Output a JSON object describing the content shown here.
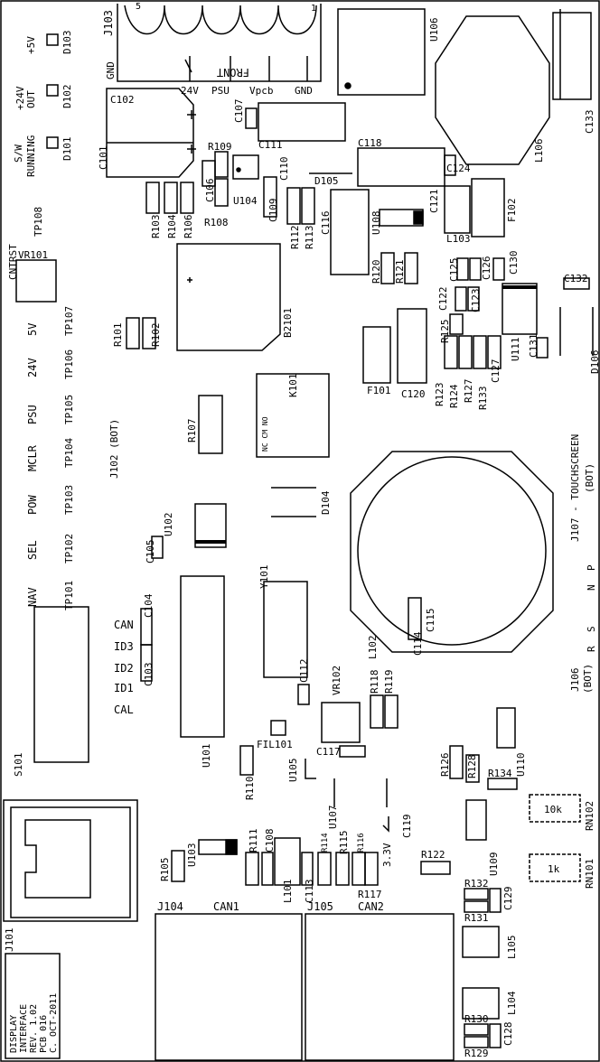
{
  "board": {
    "title_block": [
      "DISPLAY",
      "INTERFACE",
      "REV. 1.02",
      "PCB 016",
      "C. OCT-2011"
    ]
  },
  "labels": [
    {
      "id": "j103",
      "text": "J103"
    },
    {
      "id": "j103-pin1",
      "text": "1"
    },
    {
      "id": "j103-pin5",
      "text": "5"
    },
    {
      "id": "u106",
      "text": "U106"
    },
    {
      "id": "c133",
      "text": "C133"
    },
    {
      "id": "gnd-left",
      "text": "GND"
    },
    {
      "id": "front",
      "text": "FRONT"
    },
    {
      "id": "pin-24v",
      "text": "24V"
    },
    {
      "id": "pin-psu",
      "text": "PSU"
    },
    {
      "id": "pin-vpcb",
      "text": "Vpcb"
    },
    {
      "id": "pin-gnd",
      "text": "GND"
    },
    {
      "id": "plus5v",
      "text": "+5V"
    },
    {
      "id": "d103",
      "text": "D103"
    },
    {
      "id": "plus24v",
      "text": "+24V"
    },
    {
      "id": "out",
      "text": "OUT"
    },
    {
      "id": "d102",
      "text": "D102"
    },
    {
      "id": "sw",
      "text": "S/W"
    },
    {
      "id": "running",
      "text": "RUNNING"
    },
    {
      "id": "d101",
      "text": "D101"
    },
    {
      "id": "c102",
      "text": "C102"
    },
    {
      "id": "c101",
      "text": "C101"
    },
    {
      "id": "c107",
      "text": "C107"
    },
    {
      "id": "c111",
      "text": "C111"
    },
    {
      "id": "c118",
      "text": "C118"
    },
    {
      "id": "l106",
      "text": "L106"
    },
    {
      "id": "r109",
      "text": "R109"
    },
    {
      "id": "c106",
      "text": "C106"
    },
    {
      "id": "r108",
      "text": "R108"
    },
    {
      "id": "u104",
      "text": "U104"
    },
    {
      "id": "c110",
      "text": "C110"
    },
    {
      "id": "c109",
      "text": "C109"
    },
    {
      "id": "d105",
      "text": "D105"
    },
    {
      "id": "c124",
      "text": "C124"
    },
    {
      "id": "c121",
      "text": "C121"
    },
    {
      "id": "f102",
      "text": "F102"
    },
    {
      "id": "l103",
      "text": "L103"
    },
    {
      "id": "u108",
      "text": "U108"
    },
    {
      "id": "c116",
      "text": "C116"
    },
    {
      "id": "r112",
      "text": "R112"
    },
    {
      "id": "r113",
      "text": "R113"
    },
    {
      "id": "r103",
      "text": "R103"
    },
    {
      "id": "r104",
      "text": "R104"
    },
    {
      "id": "r106",
      "text": "R106"
    },
    {
      "id": "tp108",
      "text": "TP108"
    },
    {
      "id": "cntrst",
      "text": "CNTRST"
    },
    {
      "id": "vr101",
      "text": "VR101"
    },
    {
      "id": "r120",
      "text": "R120"
    },
    {
      "id": "r121",
      "text": "R121"
    },
    {
      "id": "c125",
      "text": "C125"
    },
    {
      "id": "c126",
      "text": "C126"
    },
    {
      "id": "c130",
      "text": "C130"
    },
    {
      "id": "c132",
      "text": "C132"
    },
    {
      "id": "c122",
      "text": "C122"
    },
    {
      "id": "c123",
      "text": "C123"
    },
    {
      "id": "b2101",
      "text": "B2101"
    },
    {
      "id": "r101",
      "text": "R101"
    },
    {
      "id": "r102",
      "text": "R102"
    },
    {
      "id": "u111",
      "text": "U111"
    },
    {
      "id": "c131",
      "text": "C131"
    },
    {
      "id": "r125",
      "text": "R125"
    },
    {
      "id": "d106",
      "text": "D106"
    },
    {
      "id": "f101",
      "text": "F101"
    },
    {
      "id": "c120",
      "text": "C120"
    },
    {
      "id": "r123",
      "text": "R123"
    },
    {
      "id": "r124",
      "text": "R124"
    },
    {
      "id": "r127",
      "text": "R127"
    },
    {
      "id": "r133",
      "text": "R133"
    },
    {
      "id": "c127",
      "text": "C127"
    },
    {
      "id": "k101",
      "text": "K101"
    },
    {
      "id": "relay-pins",
      "text": "NC CM NO"
    },
    {
      "id": "tp-5v",
      "text": "5V"
    },
    {
      "id": "tp107",
      "text": "TP107"
    },
    {
      "id": "tp-24v",
      "text": "24V"
    },
    {
      "id": "tp106",
      "text": "TP106"
    },
    {
      "id": "tp-psu",
      "text": "PSU"
    },
    {
      "id": "tp105",
      "text": "TP105"
    },
    {
      "id": "tp-mclr",
      "text": "MCLR"
    },
    {
      "id": "tp104",
      "text": "TP104"
    },
    {
      "id": "tp-pow",
      "text": "POW"
    },
    {
      "id": "tp103",
      "text": "TP103"
    },
    {
      "id": "tp-sel",
      "text": "SEL"
    },
    {
      "id": "tp102",
      "text": "TP102"
    },
    {
      "id": "tp-nav",
      "text": "NAV"
    },
    {
      "id": "tp101",
      "text": "TP101"
    },
    {
      "id": "j102",
      "text": "J102 (BOT)"
    },
    {
      "id": "r107",
      "text": "R107"
    },
    {
      "id": "d104",
      "text": "D104"
    },
    {
      "id": "j107",
      "text": "J107 - TOUCHSCREEN"
    },
    {
      "id": "j107-bot",
      "text": "(BOT)"
    },
    {
      "id": "u102",
      "text": "U102"
    },
    {
      "id": "c105",
      "text": "C105"
    },
    {
      "id": "y101",
      "text": "Y101"
    },
    {
      "id": "c115",
      "text": "C115"
    },
    {
      "id": "c114",
      "text": "C114"
    },
    {
      "id": "l102",
      "text": "L102"
    },
    {
      "id": "c104",
      "text": "C104"
    },
    {
      "id": "can",
      "text": "CAN"
    },
    {
      "id": "id3",
      "text": "ID3"
    },
    {
      "id": "id2",
      "text": "ID2"
    },
    {
      "id": "id1",
      "text": "ID1"
    },
    {
      "id": "cal",
      "text": "CAL"
    },
    {
      "id": "c103",
      "text": "C103"
    },
    {
      "id": "pin-p",
      "text": "P"
    },
    {
      "id": "pin-n",
      "text": "N"
    },
    {
      "id": "pin-s",
      "text": "S"
    },
    {
      "id": "pin-r",
      "text": "R"
    },
    {
      "id": "j106",
      "text": "J106"
    },
    {
      "id": "j106-bot",
      "text": "(BOT)"
    },
    {
      "id": "u101",
      "text": "U101"
    },
    {
      "id": "vr102",
      "text": "VR102"
    },
    {
      "id": "r118",
      "text": "R118"
    },
    {
      "id": "r119",
      "text": "R119"
    },
    {
      "id": "c112",
      "text": "C112"
    },
    {
      "id": "fil101",
      "text": "FIL101"
    },
    {
      "id": "c117",
      "text": "C117"
    },
    {
      "id": "u110",
      "text": "U110"
    },
    {
      "id": "s101",
      "text": "S101"
    },
    {
      "id": "r110",
      "text": "R110"
    },
    {
      "id": "u105",
      "text": "U105"
    },
    {
      "id": "r126",
      "text": "R126"
    },
    {
      "id": "r128",
      "text": "R128"
    },
    {
      "id": "r134",
      "text": "R134"
    },
    {
      "id": "u107",
      "text": "U107"
    },
    {
      "id": "c119",
      "text": "C119"
    },
    {
      "id": "rn102-val",
      "text": "10k"
    },
    {
      "id": "rn102",
      "text": "RN102"
    },
    {
      "id": "u109",
      "text": "U109"
    },
    {
      "id": "r105",
      "text": "R105"
    },
    {
      "id": "u103",
      "text": "U103"
    },
    {
      "id": "r111",
      "text": "R111"
    },
    {
      "id": "c108",
      "text": "C108"
    },
    {
      "id": "r114",
      "text": "R114"
    },
    {
      "id": "r115",
      "text": "R115"
    },
    {
      "id": "r116",
      "text": "R116"
    },
    {
      "id": "v33",
      "text": "3.3V"
    },
    {
      "id": "r122",
      "text": "R122"
    },
    {
      "id": "rn101-val",
      "text": "1k"
    },
    {
      "id": "rn101",
      "text": "RN101"
    },
    {
      "id": "l101",
      "text": "L101"
    },
    {
      "id": "c113",
      "text": "C113"
    },
    {
      "id": "r117",
      "text": "R117"
    },
    {
      "id": "r132",
      "text": "R132"
    },
    {
      "id": "c129",
      "text": "C129"
    },
    {
      "id": "r131",
      "text": "R131"
    },
    {
      "id": "j101",
      "text": "J101"
    },
    {
      "id": "j104",
      "text": "J104"
    },
    {
      "id": "can1",
      "text": "CAN1"
    },
    {
      "id": "j105",
      "text": "J105"
    },
    {
      "id": "can2",
      "text": "CAN2"
    },
    {
      "id": "l105",
      "text": "L105"
    },
    {
      "id": "l104",
      "text": "L104"
    },
    {
      "id": "r130",
      "text": "R130"
    },
    {
      "id": "c128",
      "text": "C128"
    },
    {
      "id": "r129",
      "text": "R129"
    }
  ]
}
